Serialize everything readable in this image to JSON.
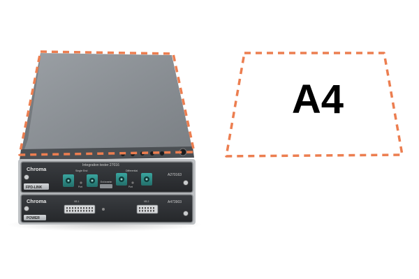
{
  "device": {
    "brand": "Chroma",
    "model_title": "Integration tester 27016",
    "upper_module": {
      "brand": "Chroma",
      "part_number": "A270163",
      "tab_label": "FPD-LINK",
      "label_single_end": "Single End",
      "label_differential": "Differential",
      "label_port_left": "Port",
      "label_port_right": "Port",
      "label_center": "Ext Inverter"
    },
    "lower_module": {
      "brand": "Chroma",
      "part_number": "A473903",
      "tab_label": "POWER",
      "label_connector_left": "VB 1",
      "label_connector_right": "VB 2"
    }
  },
  "paper": {
    "label": "A4"
  },
  "colors": {
    "dash_outline": "#ec7e50",
    "chassis_top": "#8a8f94",
    "chassis_front": "#2b2d30",
    "connector_teal": "#2e8f8a"
  }
}
